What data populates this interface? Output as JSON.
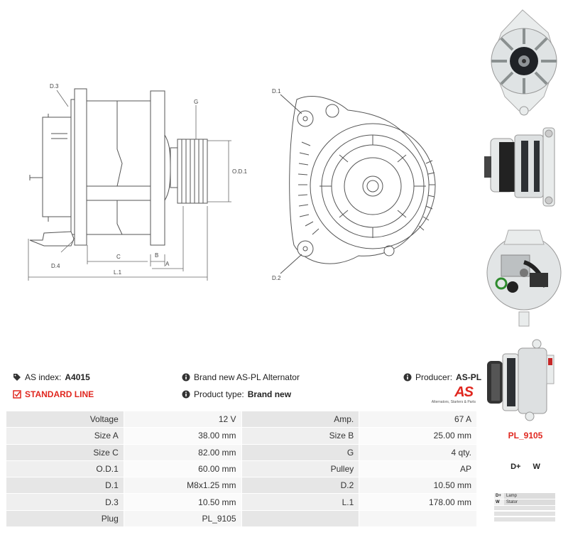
{
  "drawing": {
    "labels": {
      "d3": "D.3",
      "d4": "D.4",
      "g": "G",
      "od1": "O.D.1",
      "c": "C",
      "b": "B",
      "a": "A",
      "l1": "L.1",
      "d1": "D.1",
      "d2": "D.2"
    }
  },
  "info": {
    "as_index_label": "AS index:",
    "as_index_value": "A4015",
    "standard_line": "STANDARD LINE",
    "description": "Brand new AS-PL Alternator",
    "product_type_label": "Product type:",
    "product_type_value": "Brand new",
    "producer_label": "Producer:",
    "producer_value": "AS-PL"
  },
  "logo": {
    "mark": "AS",
    "tagline": "Alternators, Starters & Parts"
  },
  "specs": [
    {
      "k1": "Voltage",
      "v1": "12 V",
      "k2": "Amp.",
      "v2": "67 A"
    },
    {
      "k1": "Size A",
      "v1": "38.00 mm",
      "k2": "Size B",
      "v2": "25.00 mm"
    },
    {
      "k1": "Size C",
      "v1": "82.00 mm",
      "k2": "G",
      "v2": "4 qty."
    },
    {
      "k1": "O.D.1",
      "v1": "60.00 mm",
      "k2": "Pulley",
      "v2": "AP"
    },
    {
      "k1": "D.1",
      "v1": "M8x1.25 mm",
      "k2": "D.2",
      "v2": "10.50 mm"
    },
    {
      "k1": "D.3",
      "v1": "10.50 mm",
      "k2": "L.1",
      "v2": "178.00 mm"
    },
    {
      "k1": "Plug",
      "v1": "PL_9105",
      "k2": "",
      "v2": ""
    }
  ],
  "plug": {
    "name": "PL_9105",
    "connectors": "D+ W",
    "legend": [
      {
        "code": "D+",
        "desc": "Lamp"
      },
      {
        "code": "W",
        "desc": "Stator"
      }
    ]
  },
  "colors": {
    "accent_red": "#e0271f",
    "cell_key": "#e6e6e6",
    "cell_value": "#f6f6f6"
  }
}
